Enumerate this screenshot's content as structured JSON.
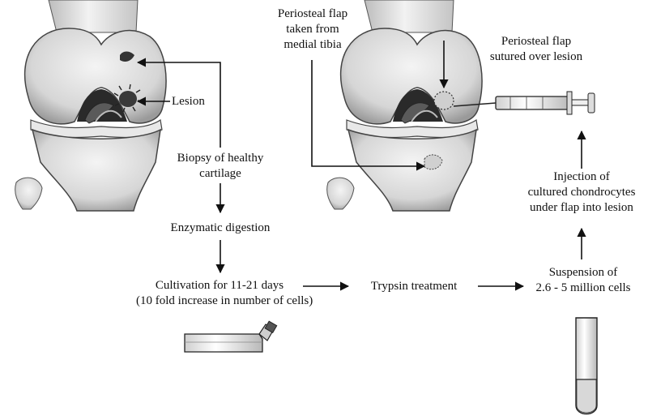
{
  "labels": {
    "lesion": "Lesion",
    "biopsy": [
      "Biopsy of healthy",
      "cartilage"
    ],
    "enzymatic": "Enzymatic digestion",
    "cultivation": [
      "Cultivation for 11-21 days",
      "(10 fold increase in number of cells)"
    ],
    "trypsin": "Trypsin treatment",
    "suspension": [
      "Suspension of",
      "2.6 - 5 million cells"
    ],
    "injection": [
      "Injection of",
      "cultured chondrocytes",
      "under flap into lesion"
    ],
    "flap_taken": [
      "Periosteal flap",
      "taken from",
      "medial tibia"
    ],
    "flap_sutured": [
      "Periosteal flap",
      "sutured over lesion"
    ]
  },
  "icons": [
    "knee-joint-left-icon",
    "knee-joint-right-icon",
    "culture-flask-icon",
    "syringe-icon",
    "test-tube-icon"
  ]
}
